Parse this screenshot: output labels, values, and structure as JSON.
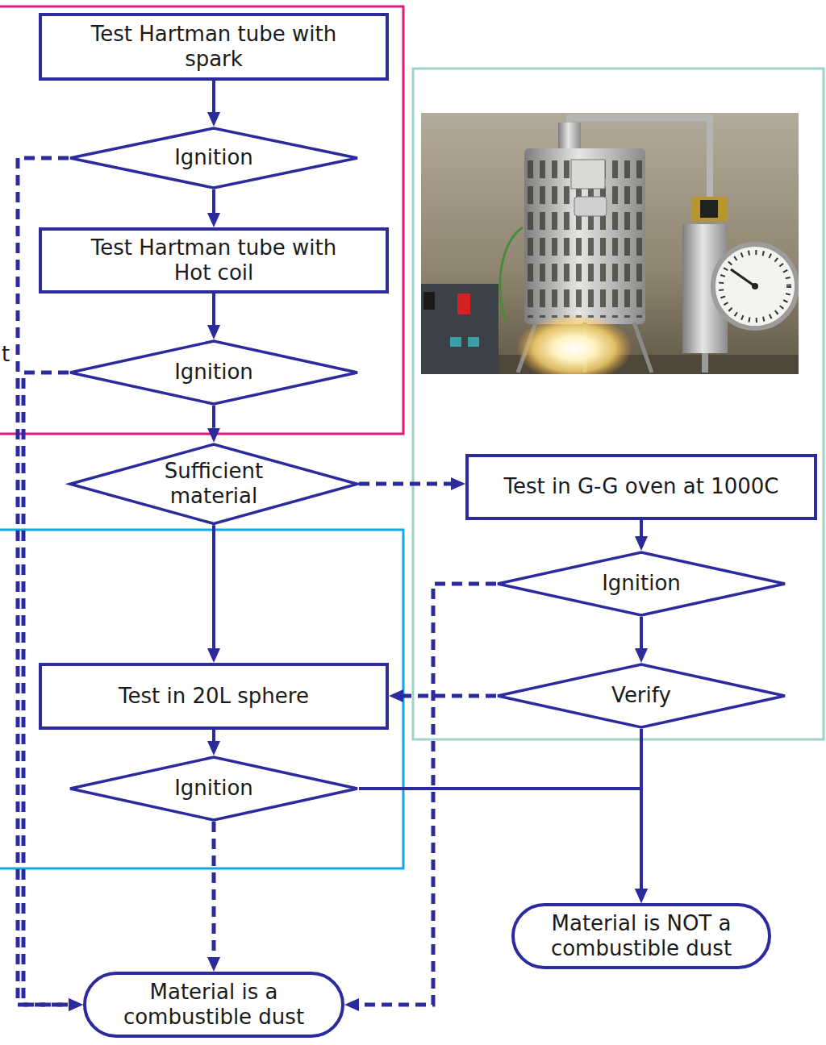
{
  "diagram": {
    "nodes": [
      {
        "text": [
          "Test Hartman tube with spark"
        ]
      },
      {
        "text": [
          "Ignition"
        ]
      },
      {
        "text": [
          "Test Hartman tube with Hot coil"
        ]
      },
      {
        "text": [
          "Ignition"
        ]
      },
      {
        "text": [
          "Sufficient material"
        ]
      },
      {
        "text": [
          "Test in G-G oven at 1000C"
        ]
      },
      {
        "text": [
          "Ignition"
        ]
      },
      {
        "text": [
          "Verify"
        ]
      },
      {
        "text": [
          "Test in 20L sphere"
        ]
      },
      {
        "text": [
          "Ignition"
        ]
      },
      {
        "text": [
          "Material is NOT a combustible dust"
        ]
      },
      {
        "text": [
          "Material is a combustible dust"
        ]
      }
    ],
    "edges": [
      {
        "from": 0,
        "to": 1,
        "arrow": "to"
      },
      {
        "from": 1,
        "to": 11,
        "arrow": "to"
      },
      {
        "from": 1,
        "to": 2,
        "arrow": "to"
      },
      {
        "from": 2,
        "to": 3,
        "arrow": "to"
      },
      {
        "from": 3,
        "to": 11,
        "arrow": "to"
      },
      {
        "from": 3,
        "to": 4,
        "arrow": "to"
      },
      {
        "from": 4,
        "to": 5,
        "arrow": "to"
      },
      {
        "from": 4,
        "to": 8,
        "arrow": "to"
      },
      {
        "from": 5,
        "to": 6,
        "arrow": "to"
      },
      {
        "from": 6,
        "to": 11,
        "arrow": "to"
      },
      {
        "from": 6,
        "to": 7,
        "arrow": "to"
      },
      {
        "from": 7,
        "to": 8,
        "arrow": "to"
      },
      {
        "from": 7,
        "to": 10,
        "arrow": "to"
      },
      {
        "from": 8,
        "to": 9,
        "arrow": "to"
      },
      {
        "from": 9,
        "to": 10,
        "arrow": "to"
      },
      {
        "from": 9,
        "to": 11,
        "arrow": "to"
      }
    ],
    "labels": [
      "t"
    ]
  }
}
